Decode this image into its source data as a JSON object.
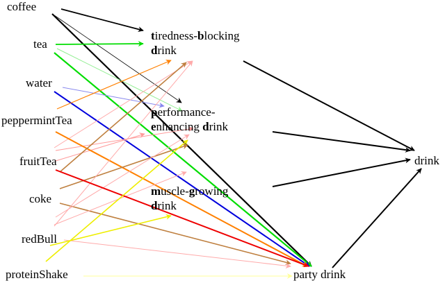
{
  "nodes": {
    "coffee": "coffee",
    "tea": "tea",
    "water": "water",
    "peppermint_tea": "peppermintTea",
    "fruit_tea": "fruitTea",
    "coke": "coke",
    "red_bull": "redBull",
    "protein_shake": "proteinShake",
    "tiredness": {
      "l1_a": "t",
      "l1_b": "iredness-",
      "l1_c": "b",
      "l1_d": "locking",
      "l2_a": "d",
      "l2_b": "rink"
    },
    "performance": {
      "l1_a": "p",
      "l1_b": "erformance-",
      "l2_a": "e",
      "l2_b": "nhancing ",
      "l2_c": "d",
      "l2_d": "rink"
    },
    "muscle": {
      "l1_a": "m",
      "l1_b": "uscle-",
      "l1_c": "g",
      "l1_d": "rowing",
      "l2_a": "d",
      "l2_b": "rink"
    },
    "drink": "drink",
    "party_drink": "party drink"
  },
  "edge_colors": {
    "black": "#000000",
    "green": "#00dd00",
    "light_green": "#90ee90",
    "blue": "#0000dd",
    "light_blue": "#8888ee",
    "orange": "#ff8000",
    "light_orange": "#ffbb77",
    "pink": "#ff9999",
    "brown": "#bf8040",
    "red": "#ee0000",
    "light_red": "#ffaaaa",
    "yellow": "#eeee00",
    "light_yellow": "#ffff99"
  }
}
